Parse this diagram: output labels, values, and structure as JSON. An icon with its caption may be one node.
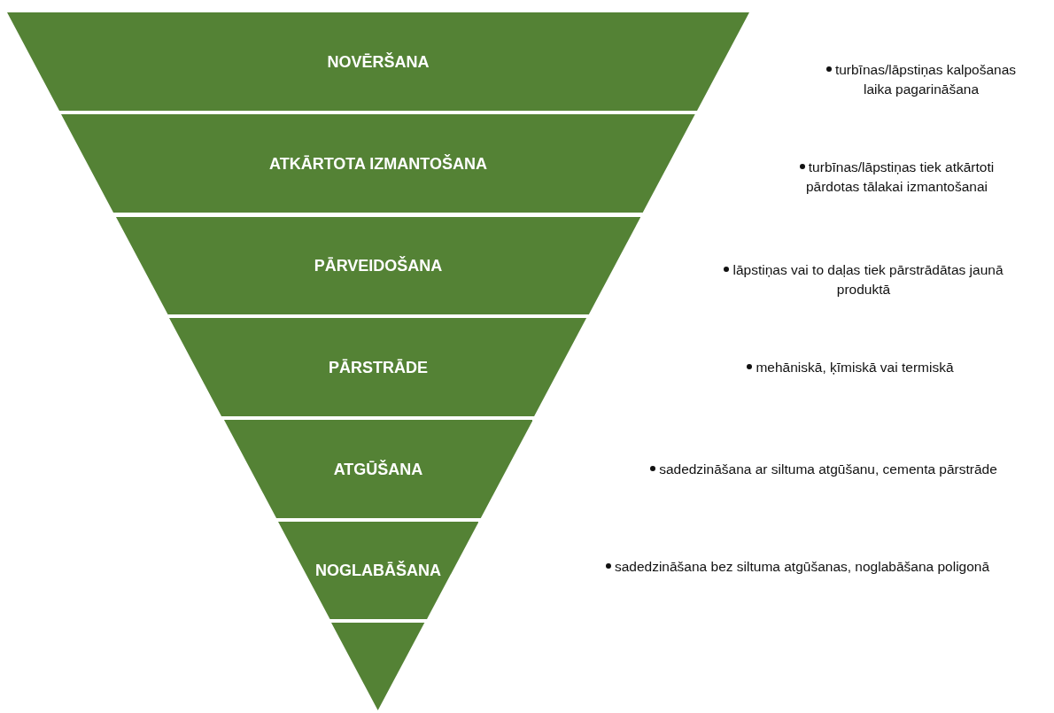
{
  "diagram": {
    "nodes": [
      {
        "text": [
          "NOVĒRŠANA"
        ]
      },
      {
        "text": [
          "ATKĀRTOTA IZMANTOŠANA"
        ]
      },
      {
        "text": [
          "PĀRVEIDOŠANA"
        ]
      },
      {
        "text": [
          "PĀRSTRĀDE"
        ]
      },
      {
        "text": [
          "ATGŪŠANA"
        ]
      },
      {
        "text": [
          "NOGLABĀŠANA"
        ]
      },
      {
        "text": [],
        "shape": "triangle"
      }
    ],
    "labels": [
      "turbīnas/lāpstiņas kalpošanas laika pagarināšana",
      "turbīnas/lāpstiņas tiek atkārtoti pārdotas tālakai izmantošanai",
      "lāpstiņas vai to daļas tiek pārstrādātas jaunā produktā",
      "mehāniskā, ķīmiskā vai termiskā",
      "sadedzināšana ar siltuma atgūšanu, cementa pārstrāde",
      "sadedzināšana bez siltuma atgūšanas, noglabāšana poligonā"
    ]
  }
}
